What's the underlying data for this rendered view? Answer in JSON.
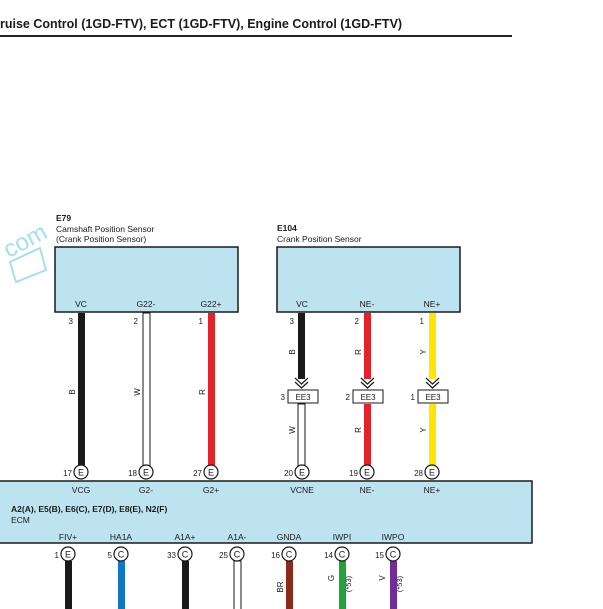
{
  "header": {
    "title": "ruise Control (1GD-FTV), ECT (1GD-FTV), Engine Control (1GD-FTV)"
  },
  "watermark": "com",
  "colors": {
    "box_fill": "#bde3f1",
    "box_stroke": "#1a1a1a",
    "wire_black": "#1a1a1a",
    "wire_red": "#e2232a",
    "wire_yellow": "#ffe600",
    "wire_blue": "#1177c4",
    "wire_green": "#21a23a",
    "wire_violet": "#6f2e93",
    "wire_brown": "#8b2a1a",
    "wire_white": "#ffffff"
  },
  "components": {
    "e79": {
      "code": "E79",
      "name": "Camshaft Position Sensor",
      "subname": "(Crank Position Sensor)",
      "pins": [
        {
          "label": "VC",
          "num": "3",
          "wire": "B"
        },
        {
          "label": "G22-",
          "num": "2",
          "wire": "W"
        },
        {
          "label": "G22+",
          "num": "1",
          "wire": "R"
        }
      ]
    },
    "e104": {
      "code": "E104",
      "name": "Crank Position Sensor",
      "pins": [
        {
          "label": "VC",
          "num": "3",
          "wire_upper": "B",
          "wire_lower": "W",
          "conn_num": "3",
          "conn": "EE3"
        },
        {
          "label": "NE-",
          "num": "2",
          "wire_upper": "R",
          "wire_lower": "R",
          "conn_num": "2",
          "conn": "EE3"
        },
        {
          "label": "NE+",
          "num": "1",
          "wire_upper": "Y",
          "wire_lower": "Y",
          "conn_num": "1",
          "conn": "EE3"
        }
      ]
    },
    "ecm": {
      "title": "A2(A), E5(B), E6(C), E7(D), E8(E), N2(F)",
      "name": "ECM",
      "top_pins": [
        {
          "num": "17",
          "conn": "E",
          "label": "VCG"
        },
        {
          "num": "18",
          "conn": "E",
          "label": "G2-"
        },
        {
          "num": "27",
          "conn": "E",
          "label": "G2+"
        },
        {
          "num": "20",
          "conn": "E",
          "label": "VCNE"
        },
        {
          "num": "19",
          "conn": "E",
          "label": "NE-"
        },
        {
          "num": "28",
          "conn": "E",
          "label": "NE+"
        }
      ],
      "bottom_pins": [
        {
          "label": "FIV+",
          "num": "1",
          "conn": "E",
          "wire": ""
        },
        {
          "label": "HA1A",
          "num": "5",
          "conn": "C",
          "wire": ""
        },
        {
          "label": "A1A+",
          "num": "33",
          "conn": "C",
          "wire": ""
        },
        {
          "label": "A1A-",
          "num": "25",
          "conn": "C",
          "wire": ""
        },
        {
          "label": "GNDA",
          "num": "16",
          "conn": "C",
          "wire": "BR"
        },
        {
          "label": "IWPI",
          "num": "14",
          "conn": "C",
          "wire": "G",
          "note": "(*53)"
        },
        {
          "label": "IWPO",
          "num": "15",
          "conn": "C",
          "wire": "V",
          "note": "(*53)"
        }
      ]
    }
  }
}
